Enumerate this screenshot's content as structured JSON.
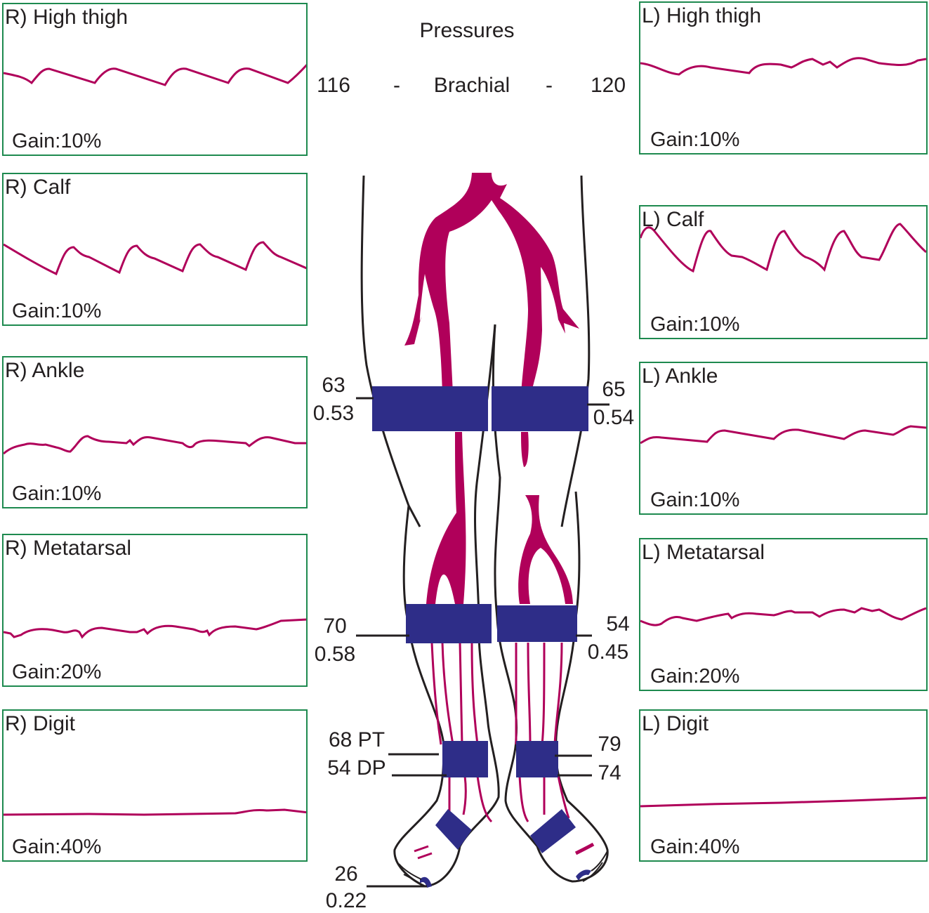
{
  "header": {
    "title": "Pressures",
    "brachial_label": "Brachial",
    "dash": "-",
    "right_brachial": "116",
    "left_brachial": "120"
  },
  "colors": {
    "border": "#1e8a4f",
    "waveform": "#b0005a",
    "cuff": "#2e2d88",
    "artery": "#b0005a"
  },
  "right_panels": [
    {
      "title": "R) High thigh",
      "gain": "Gain:10%"
    },
    {
      "title": "R) Calf",
      "gain": "Gain:10%"
    },
    {
      "title": "R) Ankle",
      "gain": "Gain:10%"
    },
    {
      "title": "R) Metatarsal",
      "gain": "Gain:20%"
    },
    {
      "title": "R) Digit",
      "gain": "Gain:40%"
    }
  ],
  "left_panels": [
    {
      "title": "L) High thigh",
      "gain": "Gain:10%"
    },
    {
      "title": "L) Calf",
      "gain": "Gain:10%"
    },
    {
      "title": "L) Ankle",
      "gain": "Gain:10%"
    },
    {
      "title": "L) Metatarsal",
      "gain": "Gain:20%"
    },
    {
      "title": "L) Digit",
      "gain": "Gain:40%"
    }
  ],
  "pressures": {
    "r_high_thigh": {
      "pressure": "63",
      "index": "0.53"
    },
    "l_high_thigh": {
      "pressure": "65",
      "index": "0.54"
    },
    "r_calf": {
      "pressure": "70",
      "index": "0.58"
    },
    "l_calf": {
      "pressure": "54",
      "index": "0.45"
    },
    "r_ankle_pt": "68 PT",
    "r_ankle_dp": "54 DP",
    "l_ankle_pt": "79",
    "l_ankle_dp": "74",
    "r_digit": {
      "pressure": "26",
      "index": "0.22"
    }
  }
}
